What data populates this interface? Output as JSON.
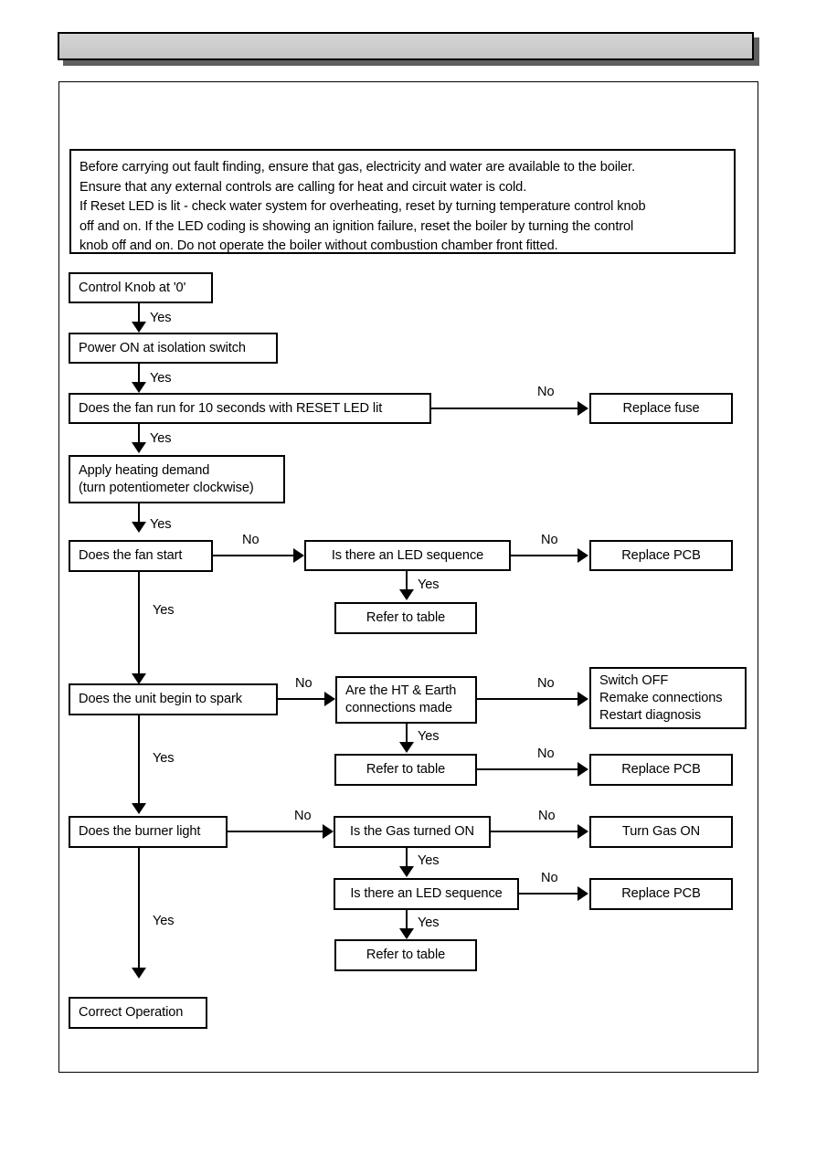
{
  "header": {
    "title": ""
  },
  "notes": {
    "lines": [
      "Before carrying out fault finding, ensure that gas, electricity and water are available to the boiler.",
      "Ensure that any external controls are calling for heat and circuit water is cold.",
      "If Reset LED is lit - check water system for overheating, reset by turning temperature control knob",
      "off and on.  If the LED coding is showing an ignition failure, reset the boiler by turning the control",
      "knob off and on.  Do not operate the boiler without combustion chamber front fitted."
    ]
  },
  "flow": {
    "nodes": {
      "control_knob": "Control Knob at '0'",
      "power_on": "Power ON at isolation switch",
      "fan_run_10s": "Does the fan run for 10 seconds with RESET LED lit",
      "replace_fuse": "Replace fuse",
      "apply_heating_line1": "Apply heating demand",
      "apply_heating_line2": "(turn potentiometer clockwise)",
      "fan_start": "Does the fan start",
      "led_sequence_1": "Is there an LED sequence",
      "replace_pcb_1": "Replace PCB",
      "refer_table_1": "Refer to table",
      "unit_spark": "Does the unit begin to spark",
      "ht_earth_line1": "Are the HT & Earth",
      "ht_earth_line2": "connections made",
      "switch_off_line1": "Switch OFF",
      "switch_off_line2": "Remake connections",
      "switch_off_line3": "Restart diagnosis",
      "refer_table_2": "Refer to table",
      "replace_pcb_2": "Replace PCB",
      "burner_light": "Does the burner light",
      "gas_on": "Is the Gas turned ON",
      "turn_gas_on": "Turn Gas ON",
      "led_sequence_2": "Is there an LED sequence",
      "replace_pcb_3": "Replace PCB",
      "refer_table_3": "Refer to table",
      "correct_operation": "Correct Operation"
    },
    "edges": {
      "yes_knob_to_power": "Yes",
      "yes_power_to_fanrun": "Yes",
      "no_fanrun_to_fuse": "No",
      "yes_fanrun_to_heating": "Yes",
      "yes_heating_to_fanstart": "Yes",
      "no_fanstart_to_led": "No",
      "no_led_to_pcb": "No",
      "yes_led_to_table": "Yes",
      "yes_fanstart_to_spark": "Yes",
      "no_spark_to_ht": "No",
      "no_ht_to_switchoff": "No",
      "yes_ht_to_table": "Yes",
      "no_table_to_pcb": "No",
      "yes_spark_to_burner": "Yes",
      "no_burner_to_gas": "No",
      "no_gas_to_turngas": "No",
      "yes_gas_to_led": "Yes",
      "no_led2_to_pcb": "No",
      "yes_led2_to_table": "Yes",
      "yes_burner_to_correct": "Yes"
    }
  }
}
